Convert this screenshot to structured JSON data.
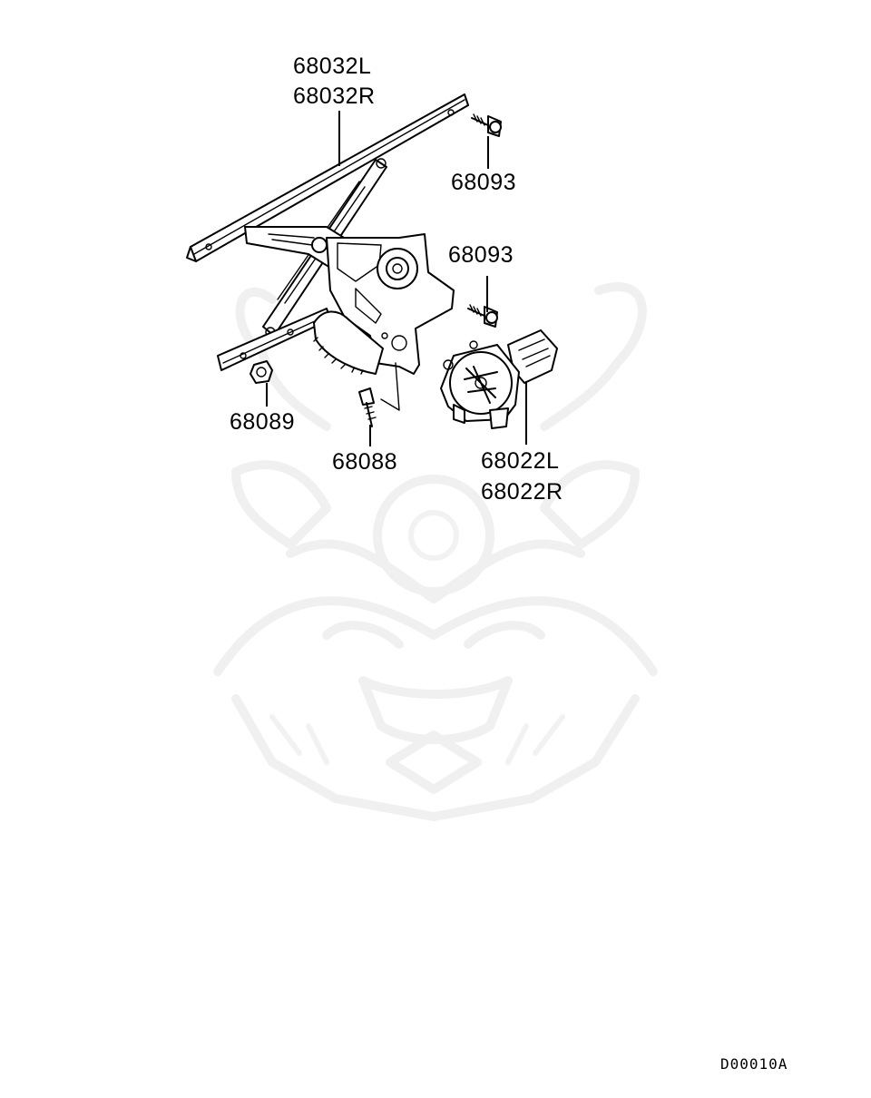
{
  "parts": {
    "regulator_l": "68032L",
    "regulator_r": "68032R",
    "bolt_upper": "68093",
    "bolt_motor": "68093",
    "nut": "68089",
    "bolt_lower": "68088",
    "motor_l": "68022L",
    "motor_r": "68022R"
  },
  "diagram_code": "D00010A",
  "watermark": {
    "icon": "samurai-helmet-watermark",
    "color": "#f0f0f0"
  }
}
